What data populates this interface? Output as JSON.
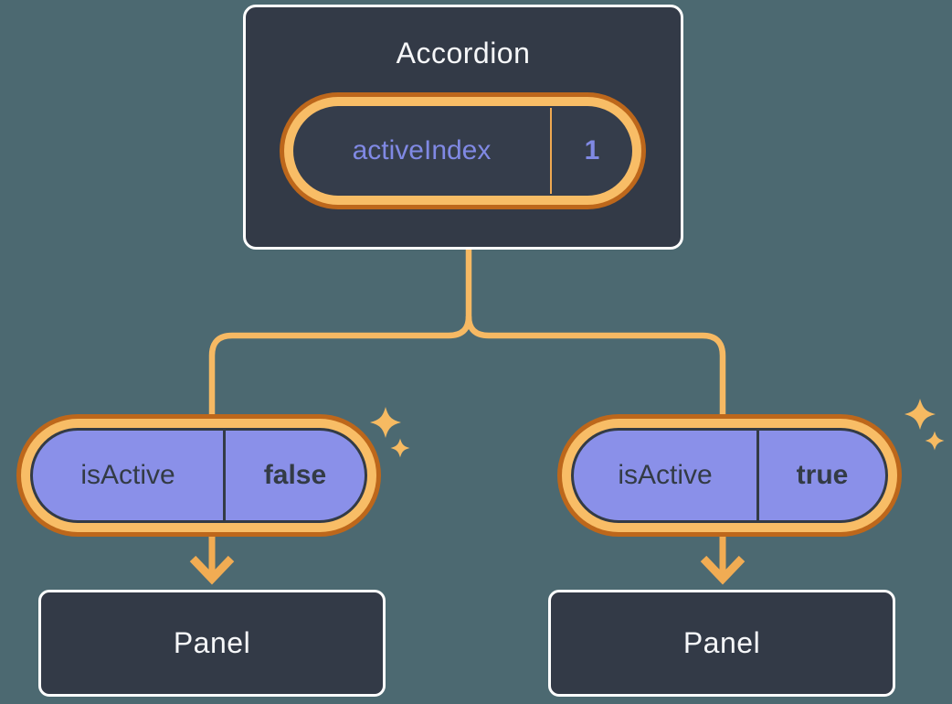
{
  "colors": {
    "bg": "#4C6971",
    "box-fill": "#333A47",
    "box-border": "#FFFFFF",
    "light-text": "#F6F7F9",
    "ring-outer": "#BD671B",
    "ring-inner": "#F8BD66",
    "pill-dark-fill": "#353D4B",
    "pill-purple-fill": "#8A90E9",
    "dark-text": "#333B45",
    "purple-text": "#8089E4",
    "divider-orange": "#EFA951",
    "connector": "#F6B963",
    "arrow": "#F1AC53",
    "sparkle": "#F6BA62"
  },
  "accordion": {
    "title": "Accordion",
    "state_pill": {
      "label": "activeIndex",
      "value": "1"
    }
  },
  "children": [
    {
      "prop_pill": {
        "label": "isActive",
        "value": "false"
      },
      "panel_label": "Panel"
    },
    {
      "prop_pill": {
        "label": "isActive",
        "value": "true"
      },
      "panel_label": "Panel"
    }
  ],
  "icons": {
    "sparkle": "four-point-star",
    "arrowhead": "down-chevron-arrow"
  }
}
